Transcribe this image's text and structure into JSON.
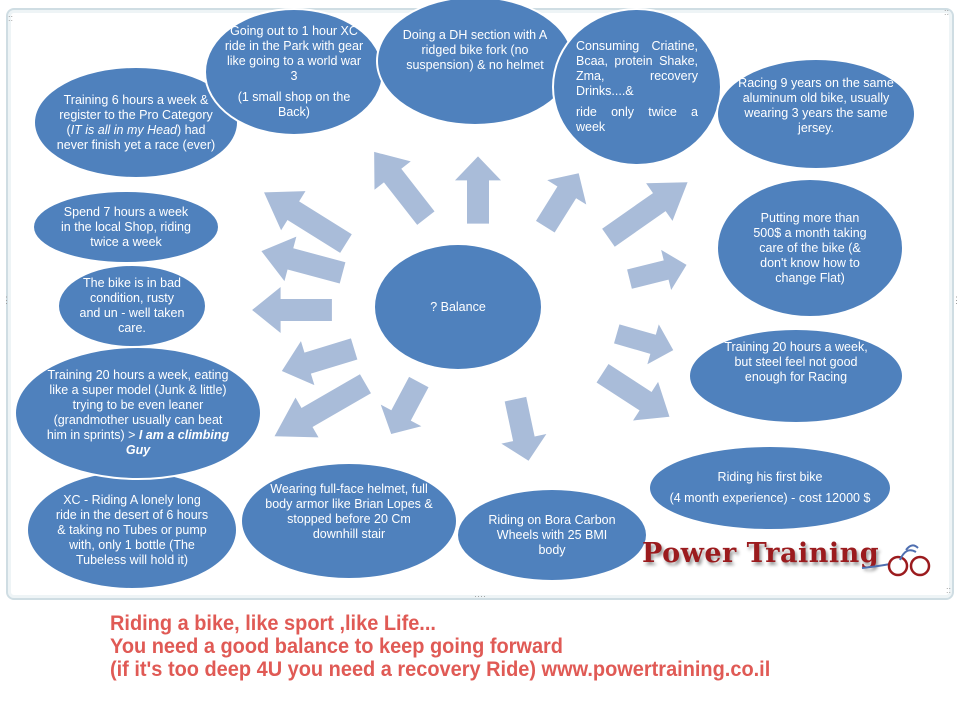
{
  "center": {
    "label": "? Balance"
  },
  "bubbles": {
    "b1": {
      "lines": [
        "Training 6 hours a week & register to the Pro Category (",
        "IT is all in my Head",
        ") had never finish yet a race (ever)"
      ]
    },
    "b2": {
      "p1": "Going out to 1 hour XC ride in the Park with gear like going to a world war 3",
      "p2": "(1 small shop on the Back)"
    },
    "b3": {
      "p1": "Doing a DH section with A ridged bike fork (no suspension) & no helmet"
    },
    "b4": {
      "p1": "Consuming Criatine, Bcaa, protein Shake, Zma, recovery Drinks....&",
      "p2": "ride only twice a week"
    },
    "b5": {
      "p1": "Racing 9 years on the same aluminum old bike, usually wearing 3 years the same jersey."
    },
    "b6": {
      "p1": "Putting more than 500$ a month taking care of the bike (& don't know how to change Flat)"
    },
    "b7": {
      "p1": "Training 20 hours a week, but steel feel not good enough for Racing"
    },
    "b8": {
      "p1": "Riding his first bike",
      "p2": "(4 month experience) - cost 12000 $"
    },
    "b9": {
      "p1": "Riding on Bora Carbon Wheels with 25 BMI body"
    },
    "b10": {
      "p1": "Wearing full-face helmet, full body armor like Brian Lopes & stopped before 20 Cm downhill stair"
    },
    "b11": {
      "p1": "XC - Riding A lonely long ride in the desert of 6 hours & taking no Tubes or pump with, only 1 bottle (The Tubeless will hold it)"
    },
    "b12": {
      "p1": "Training 20 hours a week, eating like a super model (Junk & little) trying to be even leaner (grandmother usually can beat him in sprints) > ",
      "p1_bold": "I am a climbing Guy"
    },
    "b13": {
      "p1": "The bike is in bad condition, rusty and un - well taken care."
    },
    "b14": {
      "p1": "Spend 7 hours a week in the local Shop, riding twice a week"
    }
  },
  "logo": {
    "text": "Power Training"
  },
  "footer": {
    "line1": "Riding a bike, like sport ,like Life...",
    "line2": "You need a good balance to keep going  forward",
    "line3": "(if it's too deep 4U you need a recovery Ride)  www.powertraining.co.il"
  },
  "colors": {
    "bubble": "#4f81bd",
    "arrow": "#a9bcd9",
    "logo": "#9b1b1e",
    "footer": "#e05a55"
  }
}
